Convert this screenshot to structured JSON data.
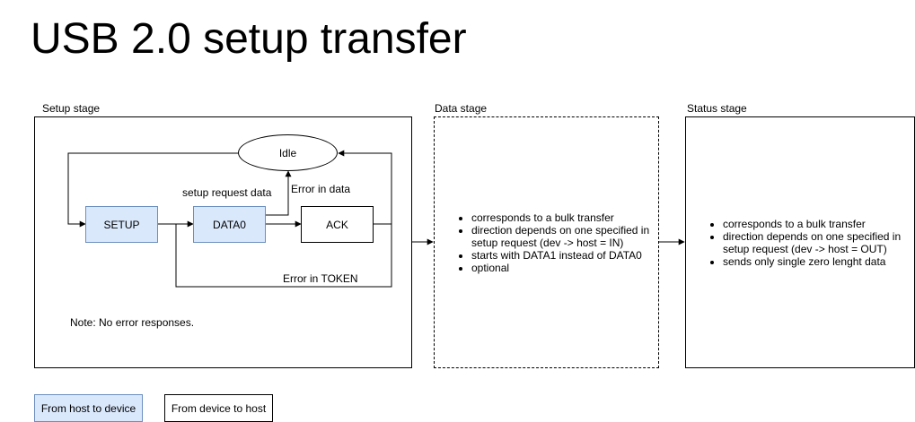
{
  "title": "USB 2.0 setup transfer",
  "colors": {
    "host_fill": "#dae8fc",
    "host_border": "#6c8ebf",
    "device_fill": "#ffffff"
  },
  "stages": {
    "setup": {
      "label": "Setup stage",
      "nodes": {
        "idle": "Idle",
        "setup": "SETUP",
        "data0": "DATA0",
        "ack": "ACK"
      },
      "edge_labels": {
        "setup_request_data": "setup request data",
        "error_in_data": "Error in data",
        "error_in_token": "Error in TOKEN"
      },
      "note": "Note: No error responses."
    },
    "data": {
      "label": "Data stage",
      "bullets": [
        "corresponds to a bulk transfer",
        "direction depends on one specified in setup request (dev -> host = IN)",
        "starts with DATA1 instead of DATA0",
        "optional"
      ]
    },
    "status": {
      "label": "Status stage",
      "bullets": [
        "corresponds to a bulk transfer",
        "direction depends on one specified in setup request (dev -> host = OUT)",
        "sends only single zero lenght data"
      ]
    }
  },
  "legend": {
    "host_to_device": "From host to device",
    "device_to_host": "From device to host"
  }
}
